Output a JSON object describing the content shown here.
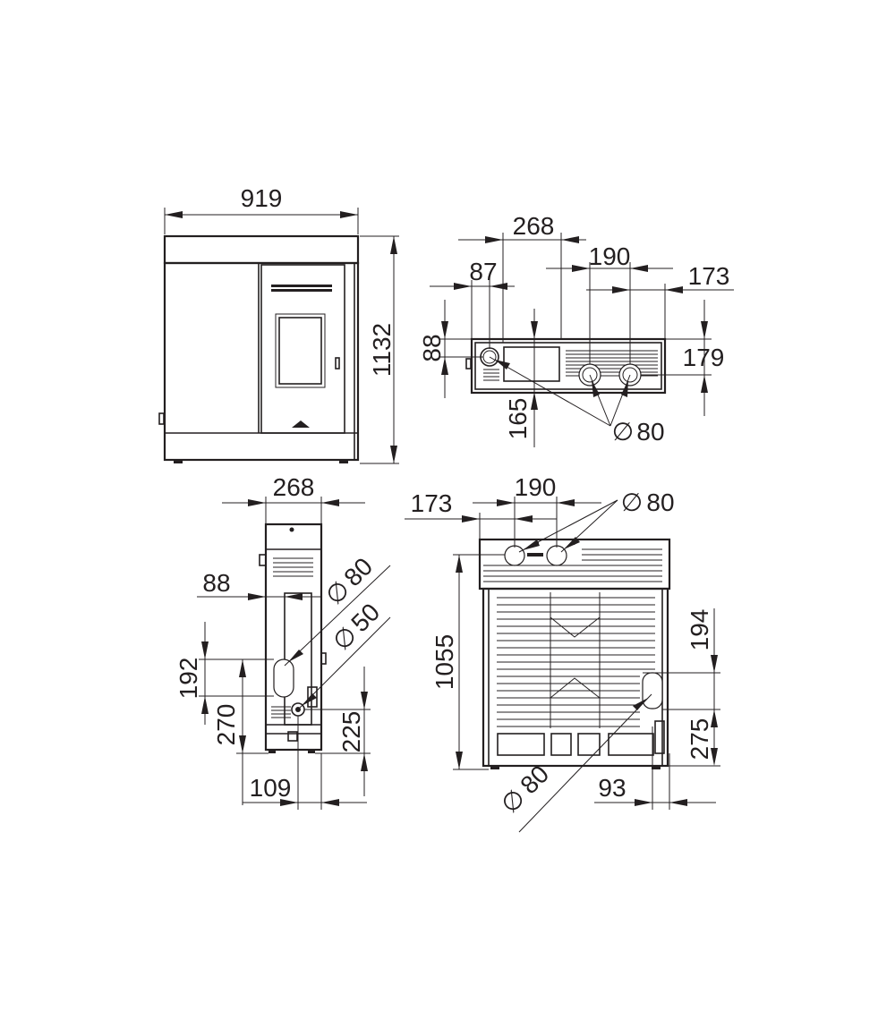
{
  "diagram": {
    "front_view": {
      "width": "919",
      "height": "1132"
    },
    "top_view": {
      "offset_total": "268",
      "offset_left": "87",
      "spacing": "190",
      "offset_right": "173",
      "depth_left": "88",
      "depth_right": "179",
      "depth_mid": "165",
      "diameter": "80"
    },
    "side_view": {
      "width": "268",
      "offset": "88",
      "diam_large": "80",
      "diam_small": "50",
      "h_upper": "192",
      "h_lower": "270",
      "h_pipe": "225",
      "offset_bottom": "109"
    },
    "rear_view": {
      "left": "173",
      "spacing": "190",
      "diam_top": "80",
      "height": "1055",
      "h_upper": "194",
      "h_lower": "275",
      "diam_bottom": "80",
      "offset_bottom": "93"
    },
    "symbols": {
      "diameter": "∅"
    }
  }
}
